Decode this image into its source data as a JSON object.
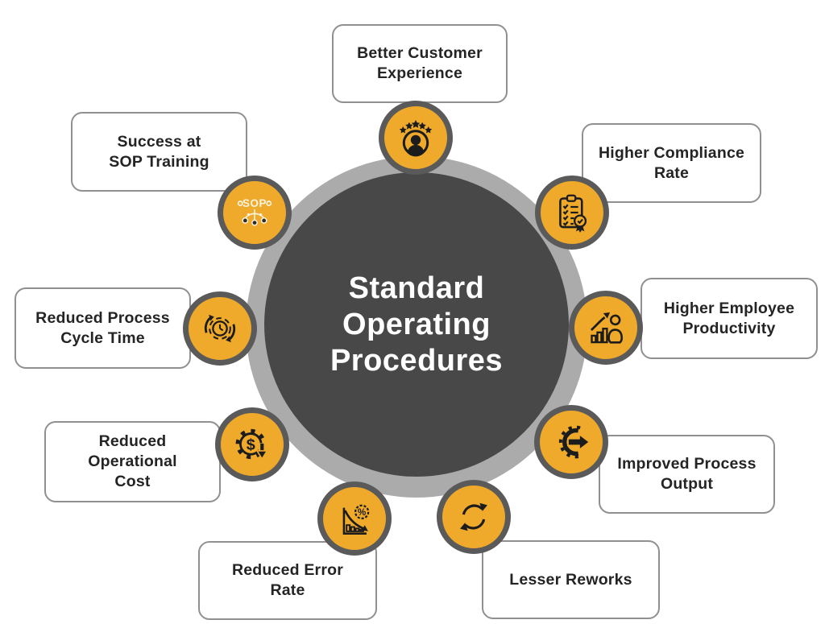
{
  "title": {
    "text": "Standard Operating Procedures",
    "lines": [
      "Standard",
      "Operating",
      "Procedures"
    ]
  },
  "colors": {
    "yellow": "#EFA92B",
    "ring-dark": "#5A5A5A",
    "core-gray": "#484848",
    "outer-gray": "#ABABAB",
    "box-border": "#909090",
    "text-dark": "#242424",
    "title-white": "#FFFFFF"
  },
  "nodes": [
    {
      "id": "better-customer-experience",
      "label": "Better Customer Experience",
      "lines": [
        "Better Customer",
        "Experience"
      ],
      "icon": "customer-rating-icon"
    },
    {
      "id": "higher-compliance-rate",
      "label": "Higher Compliance Rate",
      "lines": [
        "Higher Compliance",
        "Rate"
      ],
      "icon": "compliance-checklist-icon"
    },
    {
      "id": "higher-employee-productivity",
      "label": "Higher Employee Productivity",
      "lines": [
        "Higher Employee",
        "Productivity"
      ],
      "icon": "employee-growth-icon"
    },
    {
      "id": "improved-process-output",
      "label": "Improved Process Output",
      "lines": [
        "Improved Process",
        "Output"
      ],
      "icon": "gear-arrow-icon"
    },
    {
      "id": "lesser-reworks",
      "label": "Lesser Reworks",
      "lines": [
        "Lesser Reworks"
      ],
      "icon": "refresh-arrows-icon"
    },
    {
      "id": "reduced-error-rate",
      "label": "Reduced Error Rate",
      "lines": [
        "Reduced Error",
        "Rate"
      ],
      "icon": "declining-chart-percent-icon"
    },
    {
      "id": "reduced-operational-cost",
      "label": "Reduced Operational Cost",
      "lines": [
        "Reduced",
        "Operational",
        "Cost"
      ],
      "icon": "gear-dollar-down-icon"
    },
    {
      "id": "reduced-process-cycle-time",
      "label": "Reduced Process Cycle Time",
      "lines": [
        "Reduced Process",
        "Cycle Time"
      ],
      "icon": "stopwatch-cycle-icon"
    },
    {
      "id": "success-at-sop-training",
      "label": "Success at SOP Training",
      "lines": [
        "Success at",
        "SOP Training"
      ],
      "icon": "sop-network-icon"
    }
  ]
}
